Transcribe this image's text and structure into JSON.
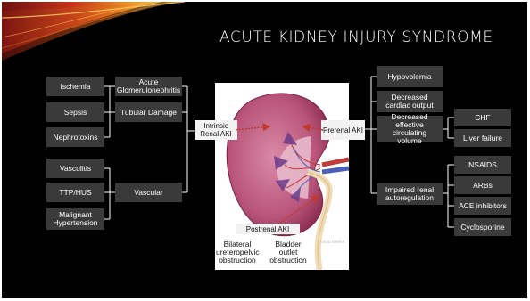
{
  "title": "ACUTE KIDNEY INJURY SYNDROME",
  "left": {
    "causes": [
      "Ischemia",
      "Sepsis",
      "Nephrotoxins",
      "Vasculitis",
      "TTP/HUS",
      "Malignant Hypertension"
    ],
    "categories": [
      "Acute Glomerulonephritis",
      "Tubular Damage",
      "Vascular"
    ]
  },
  "center": {
    "intrinsic": "Intrinsic Renal AKI",
    "prerenal": "Prerenal AKI",
    "postrenal": "Postrenal AKI",
    "obstructions": [
      "Bilateral ureteropelvic obstruction",
      "Bladder outlet obstruction"
    ],
    "watermark": "DAVID MARKS"
  },
  "right": {
    "causes": [
      "Hypovolemia",
      "Decreased cardiac output",
      "Decreased effective circulating volume",
      "Impaired renal autoregulation"
    ],
    "circulating_subitems": [
      "CHF",
      "Liver failure"
    ],
    "autoregulation_subitems": [
      "NSAIDS",
      "ARBs",
      "ACE inhibitors",
      "Cyclosporine"
    ]
  },
  "colors": {
    "background": "#000000",
    "box": "#3a3a3a",
    "connector": "#ffffff",
    "arrow": "#c0392b"
  }
}
